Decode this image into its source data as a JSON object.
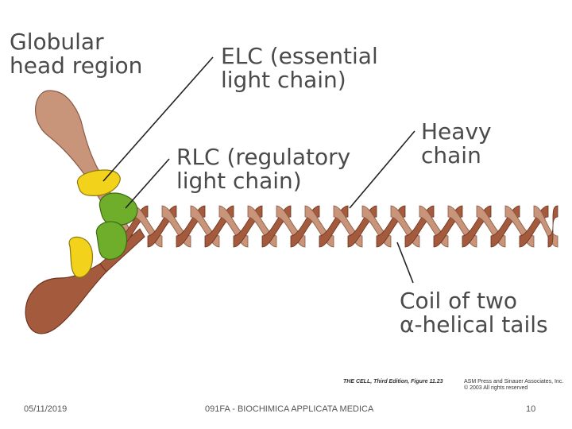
{
  "labels": {
    "globular_head": [
      "Globular",
      "head region"
    ],
    "elc": [
      "ELC (essential",
      "light chain)"
    ],
    "heavy_chain": [
      "Heavy",
      "chain"
    ],
    "rlc": [
      "RLC (regulatory",
      "light chain)"
    ],
    "coil": [
      "Coil of two",
      "α-helical tails"
    ]
  },
  "credit": {
    "source": "THE CELL, Third Edition, Figure 11.23",
    "publisher": "ASM Press and Sinauer Associates, Inc.",
    "copyright": "© 2003 All rights reserved"
  },
  "footer": {
    "date": "05/11/2019",
    "course": "091FA - BIOCHIMICA APPLICATA MEDICA",
    "page": "10"
  },
  "colors": {
    "heavy_chain_light": "#c9957a",
    "heavy_chain_dark": "#a45a3c",
    "essential_light_chain": "#f2d21a",
    "regulatory_light_chain": "#6fae2a",
    "label_text": "#4a4a4a",
    "leader_line": "#222222"
  }
}
